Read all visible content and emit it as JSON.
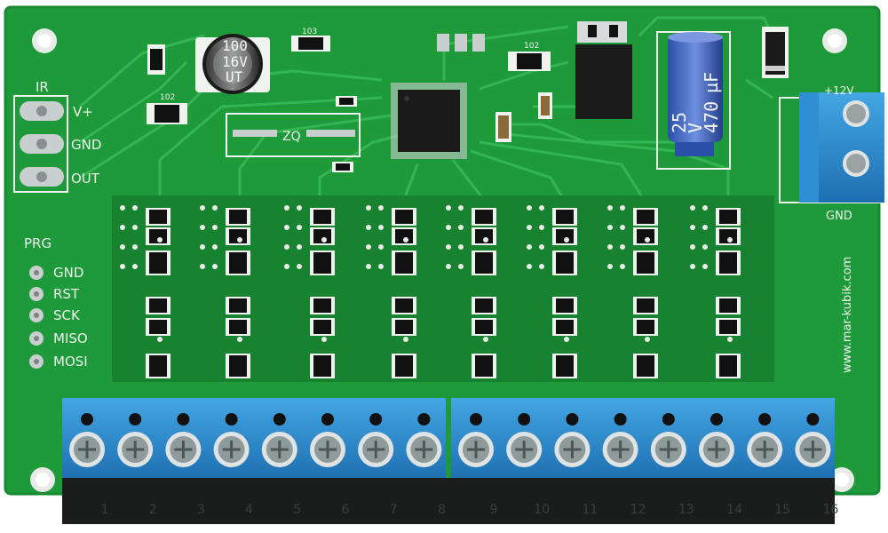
{
  "board": {
    "ir_label": "IR",
    "ir_pins": [
      "V+",
      "GND",
      "OUT"
    ],
    "prg_label": "PRG",
    "prg_pins": [
      "GND",
      "RST",
      "SCK",
      "MISO",
      "MOSI"
    ],
    "cap_small": [
      "100",
      "16V",
      "UT"
    ],
    "cap_big": [
      "25",
      "V",
      "470",
      "µF"
    ],
    "crystal_label": "ZQ",
    "resistor_labels": [
      "103",
      "102",
      "102"
    ],
    "power_label": "+12V",
    "power_gnd_label": "GND",
    "website": "www.mar-kubik.com",
    "terminal_numbers": [
      "1",
      "2",
      "3",
      "4",
      "5",
      "6",
      "7",
      "8",
      "9",
      "10",
      "11",
      "12",
      "13",
      "14",
      "15",
      "16"
    ],
    "colors": {
      "pcb": "#1f9a3a",
      "pcb_dark": "#17822f",
      "trace": "#2fb54c",
      "terminal_blue": "#2f8fd0",
      "pad_silver": "#c9cfcf"
    }
  }
}
